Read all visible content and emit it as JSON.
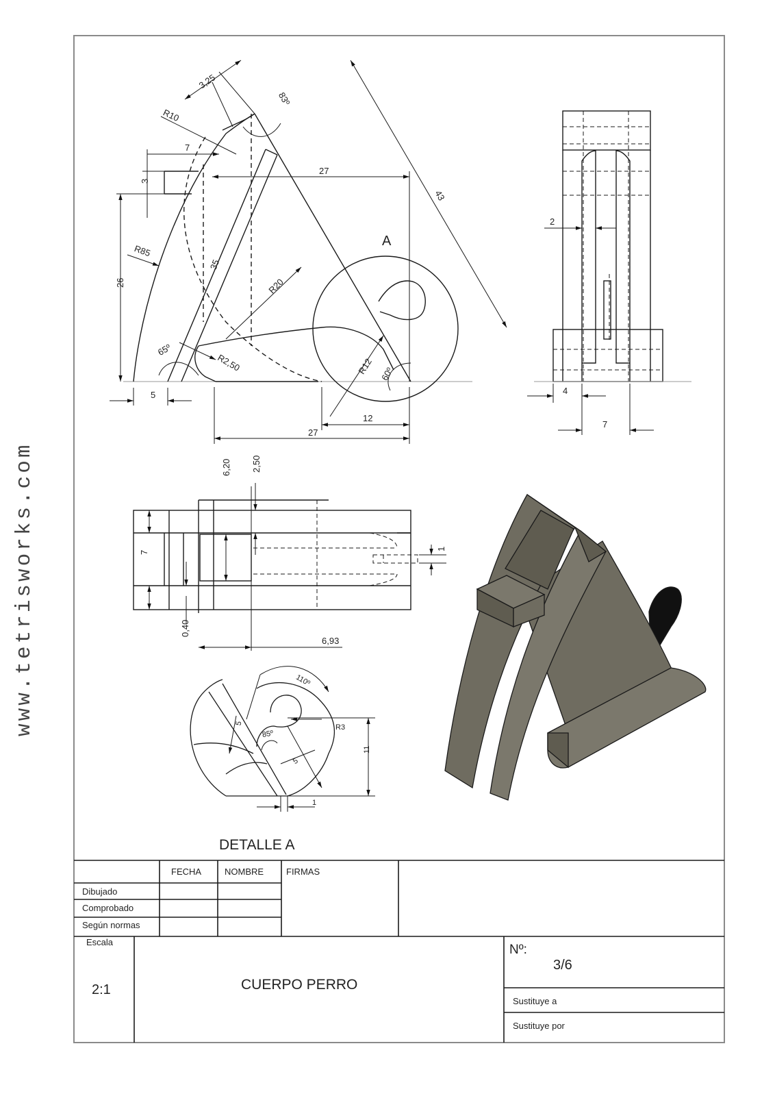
{
  "watermark": "www.tetrisworks.com",
  "front_view": {
    "dims": {
      "d_325": "3,25",
      "d_83deg": "83º",
      "d_R10": "R10",
      "d_7": "7",
      "d_27_top": "27",
      "d_43": "43",
      "d_3": "3",
      "d_26": "26",
      "d_R85": "R85",
      "d_35": "35",
      "d_R20": "R20",
      "d_65deg": "65º",
      "d_R250": "R2,50",
      "d_R12": "R12",
      "d_60deg": "60º",
      "d_5": "5",
      "d_12": "12",
      "d_27_bottom": "27"
    },
    "detail_marker": "A"
  },
  "side_view": {
    "dims": {
      "d_2": "2",
      "d_4": "4",
      "d_7": "7"
    }
  },
  "top_view": {
    "dims": {
      "d_620": "6,20",
      "d_250": "2,50",
      "d_7": "7",
      "d_040": "0,40",
      "d_693": "6,93",
      "d_1": "1"
    }
  },
  "detail_view": {
    "title": "DETALLE A",
    "dims": {
      "d_110deg": "110º",
      "d_5a": "5",
      "d_85deg": "85º",
      "d_R3": "R3",
      "d_5b": "5",
      "d_11": "11",
      "d_1": "1"
    }
  },
  "title_block": {
    "headers": {
      "fecha": "FECHA",
      "nombre": "NOMBRE",
      "firmas": "FIRMAS"
    },
    "rows": {
      "dibujado": "Dibujado",
      "comprobado": "Comprobado",
      "segun_normas": "Según normas"
    },
    "escala_label": "Escala",
    "escala_value": "2:1",
    "part_name": "CUERPO PERRO",
    "number_label": "Nº:",
    "number_value": "3/6",
    "sustituye_a": "Sustituye a",
    "sustituye_por": "Sustituye por"
  },
  "colors": {
    "line": "#1a1a1a",
    "border": "#8a8a8a",
    "model_face_dark": "#5f5c50",
    "model_face_mid": "#6f6c60",
    "model_face_light": "#7b786c",
    "model_lever": "#111111"
  }
}
